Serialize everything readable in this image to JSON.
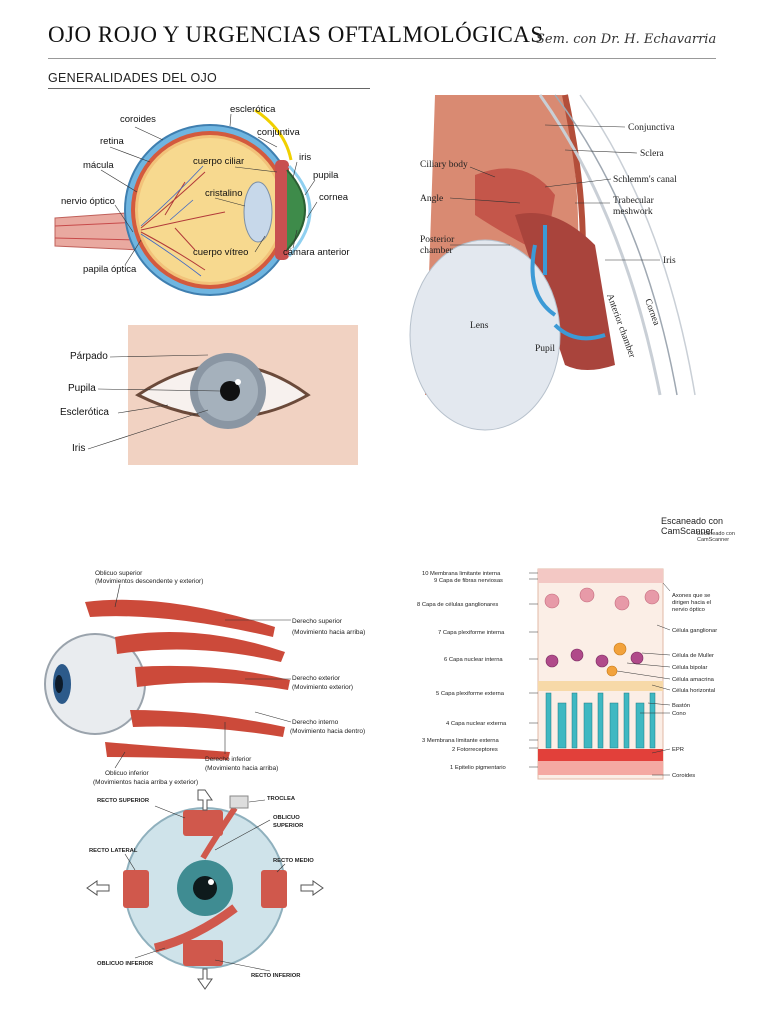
{
  "header": {
    "title": "OJO ROJO Y URGENCIAS OFTALMOLÓGICAS",
    "signature": "Sem. con Dr. H. Echavarria",
    "subtitle": "GENERALIDADES DEL OJO"
  },
  "eye_section": {
    "labels": [
      "coroides",
      "esclerótica",
      "retina",
      "conjuntiva",
      "mácula",
      "cuerpo ciliar",
      "iris",
      "pupila",
      "cristalino",
      "nervio óptico",
      "cornea",
      "cuerpo vítreo",
      "cámara anterior",
      "papila óptica"
    ]
  },
  "angle_diagram": {
    "labels": [
      "Conjunctiva",
      "Sclera",
      "Ciliary body",
      "Schlemm's canal",
      "Angle",
      "Trabecular",
      "meshwork",
      "Posterior",
      "chamber",
      "Iris",
      "Lens",
      "Pupil",
      "Anterior chamber",
      "Cornea"
    ]
  },
  "external_eye": {
    "labels": [
      "Párpado",
      "Pupila",
      "Esclerótica",
      "Iris"
    ]
  },
  "scanner": {
    "line1": "Escaneado con CamScanner",
    "line2": "Escaneado con CamScanner"
  },
  "muscles_side": {
    "labels": [
      "Oblicuo superior",
      "(Movimientos descendente y exterior)",
      "Derecho superior",
      "(Movimiento hacia arriba)",
      "Derecho exterior",
      "(Movimiento exterior)",
      "Derecho interno",
      "(Movimiento hacia dentro)",
      "Derecho inferior",
      "(Movimiento hacia arriba)",
      "Oblicuo inferior",
      "(Movimientos hacia arriba y exterior)"
    ]
  },
  "muscles_front": {
    "labels": [
      "RECTO SUPERIOR",
      "TROCLEA",
      "OBLICUO",
      "SUPERIOR",
      "RECTO LATERAL",
      "RECTO MEDIO",
      "OBLICUO INFERIOR",
      "RECTO INFERIOR"
    ]
  },
  "retina_layers": {
    "left": [
      "10 Membrana limitante interna",
      "9 Capa de fibras nerviosas",
      "8 Capa de células ganglionares",
      "7 Capa plexiforme interna",
      "6 Capa nuclear interna",
      "5 Capa plexiforme externa",
      "4 Capa nuclear externa",
      "3 Membrana limitante externa",
      "2 Fotorreceptores",
      "1 Epitelio pigmentario"
    ],
    "right": [
      "Axones que se",
      "dirigen hacia el",
      "nervio óptico",
      "Célula ganglionar",
      "Célula de Muller",
      "Célula bipolar",
      "Célula amacrina",
      "Célula horizontal",
      "Bastón",
      "Cono",
      "EPR",
      "Coroides"
    ]
  }
}
